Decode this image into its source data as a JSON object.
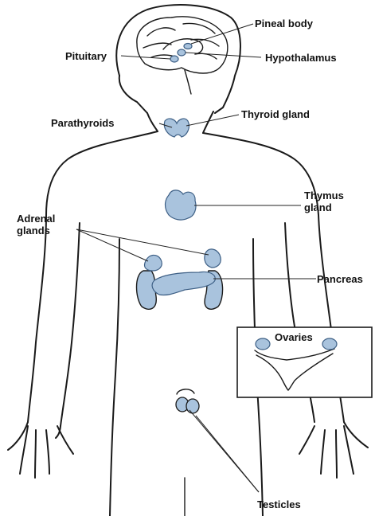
{
  "colors": {
    "gland_fill": "#a9c3dd",
    "gland_stroke": "#3d5f85",
    "outline": "#1a1a1a",
    "background": "#ffffff"
  },
  "labels": {
    "pineal_body": "Pineal body",
    "pituitary": "Pituitary",
    "hypothalamus": "Hypothalamus",
    "parathyroids": "Parathyroids",
    "thyroid_gland": "Thyroid gland",
    "thymus_gland": "Thymus\ngland",
    "adrenal_glands": "Adrenal\nglands",
    "pancreas": "Pancreas",
    "ovaries": "Ovaries",
    "testicles": "Testicles"
  }
}
